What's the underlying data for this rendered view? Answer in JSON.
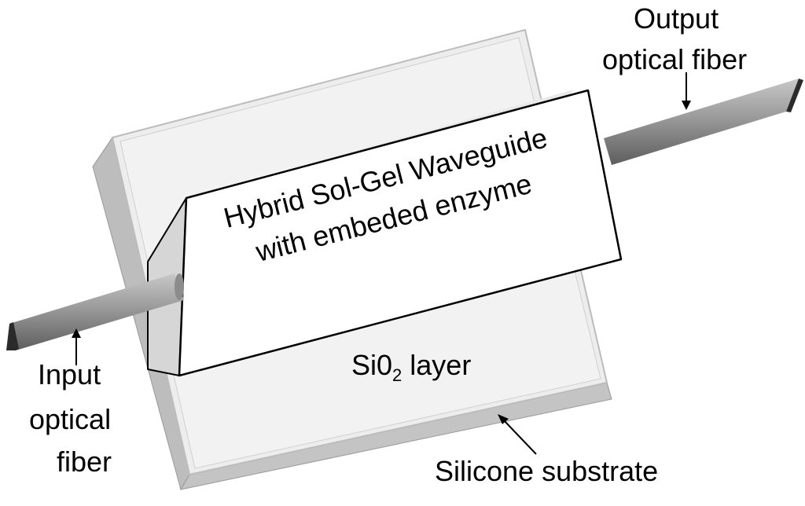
{
  "labels": {
    "output_fiber_line1": "Output",
    "output_fiber_line2": "optical fiber",
    "input_fiber_line1": "Input",
    "input_fiber_line2": "optical",
    "input_fiber_line3": "fiber",
    "waveguide_line1": "Hybrid Sol-Gel Waveguide",
    "waveguide_line2": "with embeded enzyme",
    "sio2_prefix": "Si0",
    "sio2_subscript": "2",
    "sio2_suffix": " layer",
    "substrate": "Silicone substrate"
  },
  "colors": {
    "substrate_face": "#eeeeee",
    "substrate_side": "#bfbfbf",
    "sio2_face": "#f2f2f2",
    "waveguide_front": "#ffffff",
    "waveguide_end": "#d9d9d9",
    "fiber": "#8a8a8a",
    "outline": "#000000"
  }
}
